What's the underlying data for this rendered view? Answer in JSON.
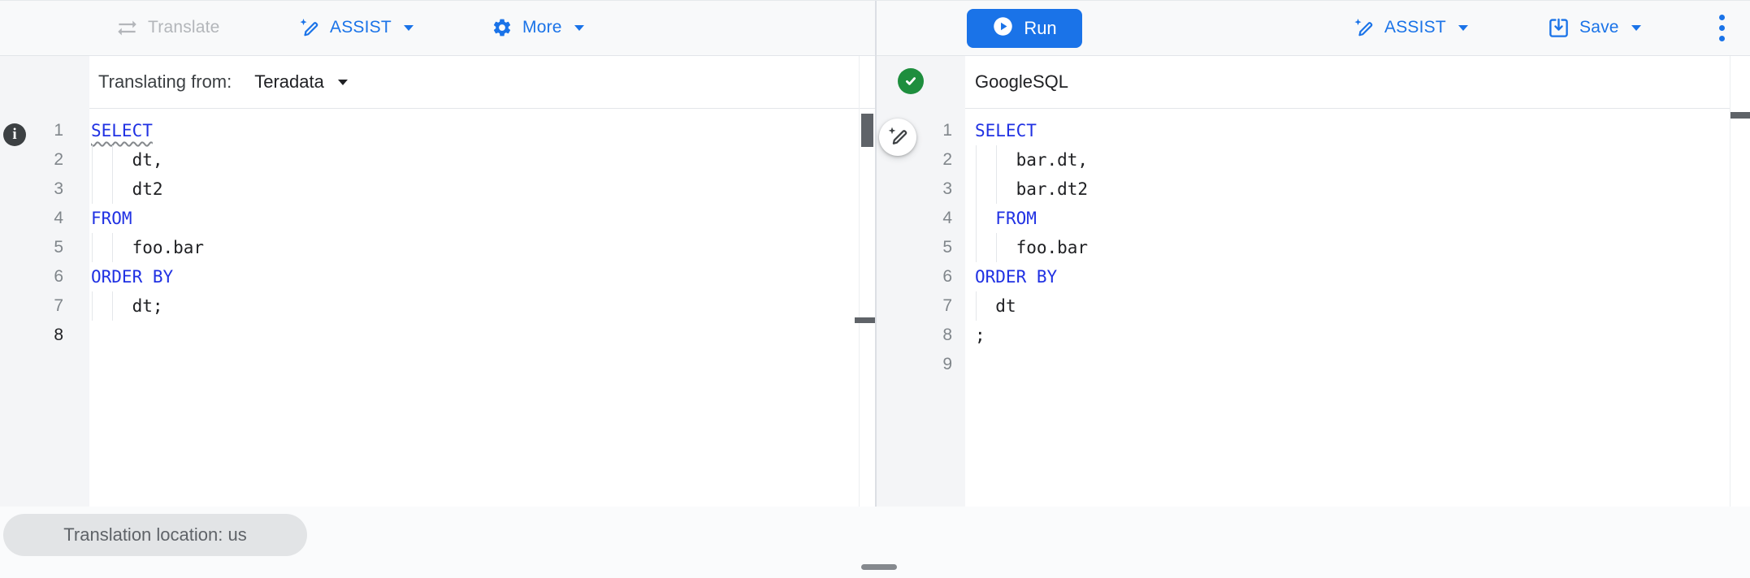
{
  "toolbar_left": {
    "translate_label": "Translate",
    "assist_label": "ASSIST",
    "more_label": "More"
  },
  "toolbar_right": {
    "run_label": "Run",
    "assist_label": "ASSIST",
    "save_label": "Save"
  },
  "left_panel": {
    "header_label": "Translating from:",
    "dialect_selected": "Teradata",
    "status": "valid"
  },
  "right_panel": {
    "header_label": "GoogleSQL"
  },
  "footer": {
    "location_badge": "Translation location: us"
  },
  "icons": {
    "translate": "swap-arrows-icon",
    "assist": "pen-spark-icon",
    "more": "gear-icon",
    "run": "play-circle-icon",
    "save": "save-arrow-icon",
    "overflow": "three-dot-vertical-icon",
    "status": "check-circle-icon",
    "line_info": "info-circle-icon",
    "inline_assist": "pen-spark-icon"
  },
  "colors": {
    "accent_blue": "#1a73e8",
    "keyword_blue": "#2031e3",
    "success_green": "#1e8e3e",
    "disabled_gray": "#b3b6ba",
    "text_dark": "#202124",
    "text_gray": "#5f6368",
    "line_number": "#80868b",
    "gutter_bg": "#f4f5f7",
    "toolbar_bg": "#f8f9fa",
    "badge_bg": "#e2e4e6",
    "bottom_bg": "#fafbfc",
    "scroll_thumb": "#5f6368"
  },
  "left_editor": {
    "lines": [
      {
        "num": "1",
        "indent": 0,
        "guides": 0,
        "tokens": [
          {
            "text": "SELECT",
            "kind": "keyword",
            "underline": true
          }
        ]
      },
      {
        "num": "2",
        "indent": 4,
        "guides": 2,
        "tokens": [
          {
            "text": "dt,",
            "kind": "plain"
          }
        ]
      },
      {
        "num": "3",
        "indent": 4,
        "guides": 2,
        "tokens": [
          {
            "text": "dt2",
            "kind": "plain"
          }
        ]
      },
      {
        "num": "4",
        "indent": 0,
        "guides": 0,
        "tokens": [
          {
            "text": "FROM",
            "kind": "keyword"
          }
        ]
      },
      {
        "num": "5",
        "indent": 4,
        "guides": 2,
        "tokens": [
          {
            "text": "foo.bar",
            "kind": "plain"
          }
        ]
      },
      {
        "num": "6",
        "indent": 0,
        "guides": 0,
        "tokens": [
          {
            "text": "ORDER BY",
            "kind": "keyword"
          }
        ]
      },
      {
        "num": "7",
        "indent": 4,
        "guides": 2,
        "tokens": [
          {
            "text": "dt;",
            "kind": "plain"
          }
        ]
      },
      {
        "num": "8",
        "indent": 0,
        "guides": 0,
        "active": true,
        "tokens": []
      }
    ]
  },
  "right_editor": {
    "lines": [
      {
        "num": "1",
        "indent": 0,
        "guides": 0,
        "tokens": [
          {
            "text": "SELECT",
            "kind": "keyword"
          }
        ]
      },
      {
        "num": "2",
        "indent": 4,
        "guides": 2,
        "tokens": [
          {
            "text": "bar.dt,",
            "kind": "plain"
          }
        ]
      },
      {
        "num": "3",
        "indent": 4,
        "guides": 2,
        "tokens": [
          {
            "text": "bar.dt2",
            "kind": "plain"
          }
        ]
      },
      {
        "num": "4",
        "indent": 2,
        "guides": 1,
        "tokens": [
          {
            "text": "FROM",
            "kind": "keyword"
          }
        ]
      },
      {
        "num": "5",
        "indent": 4,
        "guides": 2,
        "tokens": [
          {
            "text": "foo.bar",
            "kind": "plain"
          }
        ]
      },
      {
        "num": "6",
        "indent": 0,
        "guides": 0,
        "tokens": [
          {
            "text": "ORDER BY",
            "kind": "keyword"
          }
        ]
      },
      {
        "num": "7",
        "indent": 2,
        "guides": 1,
        "tokens": [
          {
            "text": "dt",
            "kind": "plain"
          }
        ]
      },
      {
        "num": "8",
        "indent": 0,
        "guides": 0,
        "tokens": [
          {
            "text": ";",
            "kind": "plain"
          }
        ]
      },
      {
        "num": "9",
        "indent": 0,
        "guides": 0,
        "tokens": []
      }
    ]
  }
}
